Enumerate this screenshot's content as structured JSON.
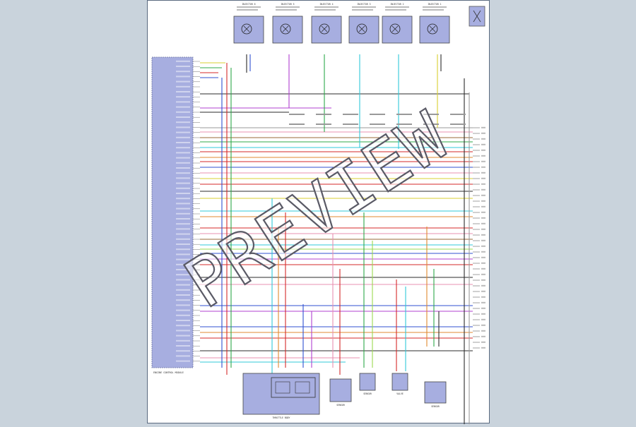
{
  "watermark": "PREVIEW",
  "colors": {
    "page_bg": "#c9d3dc",
    "sheet_bg": "#ffffff",
    "module_fill": "#a7aee0",
    "wire_black": "#2b2b2b",
    "wire_red": "#d62a2a",
    "wire_green": "#2fa84a",
    "wire_blue": "#3050d0",
    "wire_violet": "#b040d0",
    "wire_cyan": "#30c8d8",
    "wire_yellow": "#d8cf30",
    "wire_pink": "#e890b0",
    "wire_brown": "#9a6a3a",
    "wire_orange": "#e08a30",
    "wire_gray": "#9a9a9a",
    "wire_lightgreen": "#9ad850"
  },
  "diagram": {
    "control_module": "ENGINE CONTROL MODULE",
    "injectors": [
      {
        "label": "INJECTOR 6"
      },
      {
        "label": "INJECTOR 5"
      },
      {
        "label": "INJECTOR 4"
      },
      {
        "label": "INJECTOR 3"
      },
      {
        "label": "INJECTOR 2"
      },
      {
        "label": "INJECTOR 1"
      }
    ],
    "bottom_components": [
      {
        "label": "THROTTLE BODY"
      },
      {
        "label": "SENSOR"
      },
      {
        "label": "SENSOR"
      },
      {
        "label": "VALVE"
      },
      {
        "label": "SENSOR"
      }
    ]
  }
}
